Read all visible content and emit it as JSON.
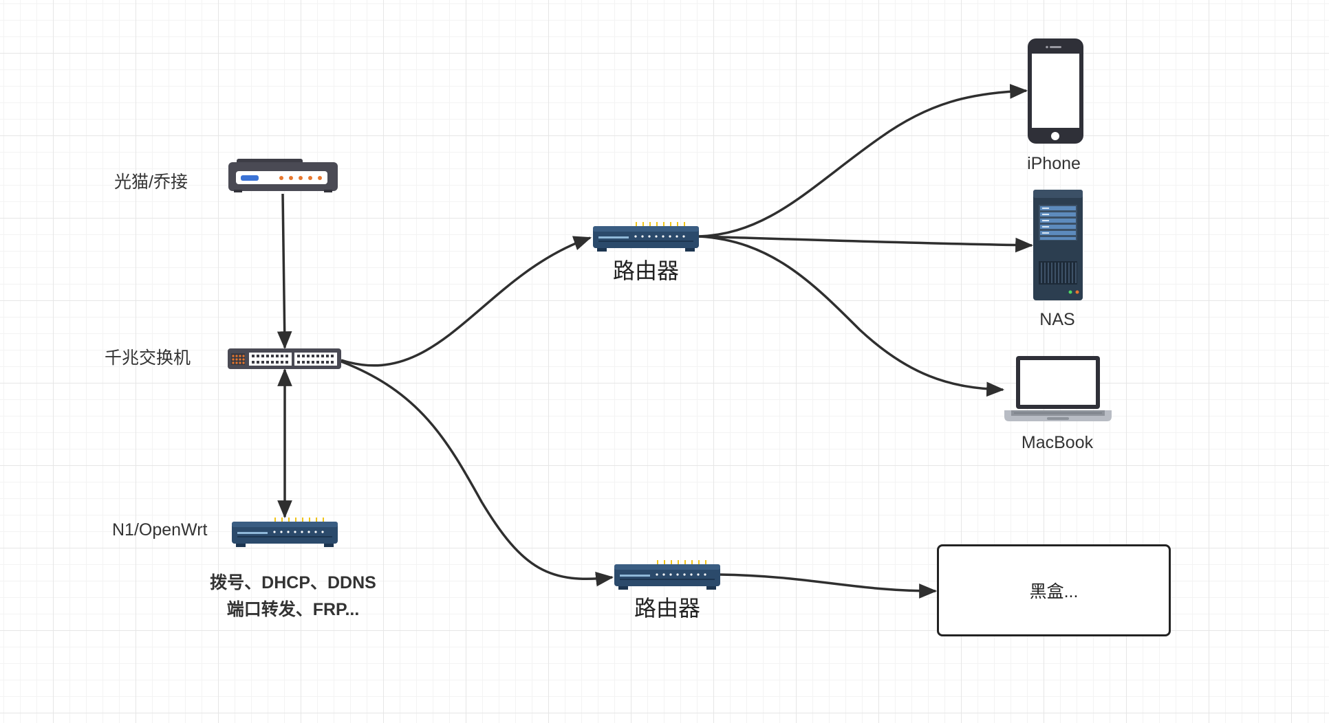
{
  "nodes": {
    "modem": {
      "label": "光猫/乔接"
    },
    "switch": {
      "label": "千兆交换机"
    },
    "n1": {
      "label": "N1/OpenWrt",
      "note_line1": "拨号、DHCP、DDNS",
      "note_line2": "端口转发、FRP..."
    },
    "router_top": {
      "label": "路由器"
    },
    "router_bottom": {
      "label": "路由器"
    },
    "iphone": {
      "label": "iPhone"
    },
    "nas": {
      "label": "NAS"
    },
    "macbook": {
      "label": "MacBook"
    },
    "blackbox": {
      "label": "黑盒..."
    }
  },
  "edges": [
    {
      "from": "modem",
      "to": "switch"
    },
    {
      "from": "switch",
      "to": "n1",
      "bidirectional": true
    },
    {
      "from": "switch",
      "to": "router_top"
    },
    {
      "from": "switch",
      "to": "router_bottom"
    },
    {
      "from": "router_top",
      "to": "iphone"
    },
    {
      "from": "router_top",
      "to": "nas"
    },
    {
      "from": "router_top",
      "to": "macbook"
    },
    {
      "from": "router_bottom",
      "to": "blackbox"
    }
  ],
  "colors": {
    "edge": "#2f2f2f",
    "router_body": "#2b4a6b",
    "router_accent": "#f0c419",
    "modem_body": "#4a4a54",
    "modem_led": "#e8772e",
    "modem_indicator": "#3b73d6",
    "server_body": "#2c3e50",
    "server_slot": "#5d8bbd",
    "device_dark": "#2f3038"
  }
}
